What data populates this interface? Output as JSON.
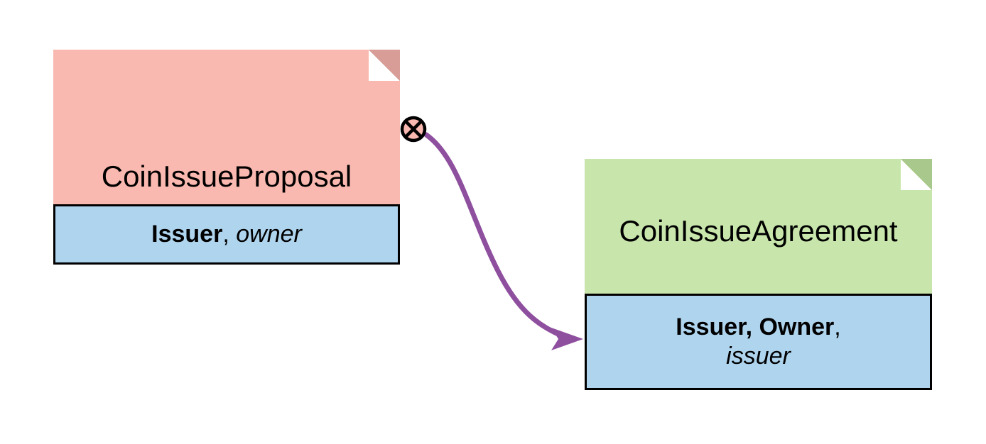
{
  "diagram": {
    "title": "",
    "background": "#ffffff",
    "nodes": [
      {
        "id": "coin-issue-proposal",
        "name": "CoinIssueProposal",
        "header_color": "#fab9b0",
        "fold_color": "#d79d96",
        "roles_color": "#afd4ee",
        "roles_parts": [
          {
            "text": "Issuer",
            "style": "bold"
          },
          {
            "text": ", ",
            "style": "plain"
          },
          {
            "text": "owner",
            "style": "italic"
          }
        ],
        "roles_text": "Issuer, owner",
        "consumed": true,
        "consumed_marker": "circle-x-icon"
      },
      {
        "id": "coin-issue-agreement",
        "name": "CoinIssueAgreement",
        "header_color": "#c8e6ac",
        "fold_color": "#a9c98c",
        "roles_color": "#afd4ee",
        "roles_parts": [
          {
            "text": "Issuer, Owner",
            "style": "bold"
          },
          {
            "text": ",",
            "style": "plain"
          },
          {
            "text": "issuer",
            "style": "italic"
          }
        ],
        "roles_text": "Issuer, Owner, issuer",
        "consumed": false,
        "consumed_marker": ""
      }
    ],
    "edges": [
      {
        "id": "edge-proposal-to-agreement",
        "from": "coin-issue-proposal",
        "to": "coin-issue-agreement",
        "color": "#8e4f9e",
        "arrowhead": "filled-triangle",
        "label": ""
      }
    ]
  }
}
